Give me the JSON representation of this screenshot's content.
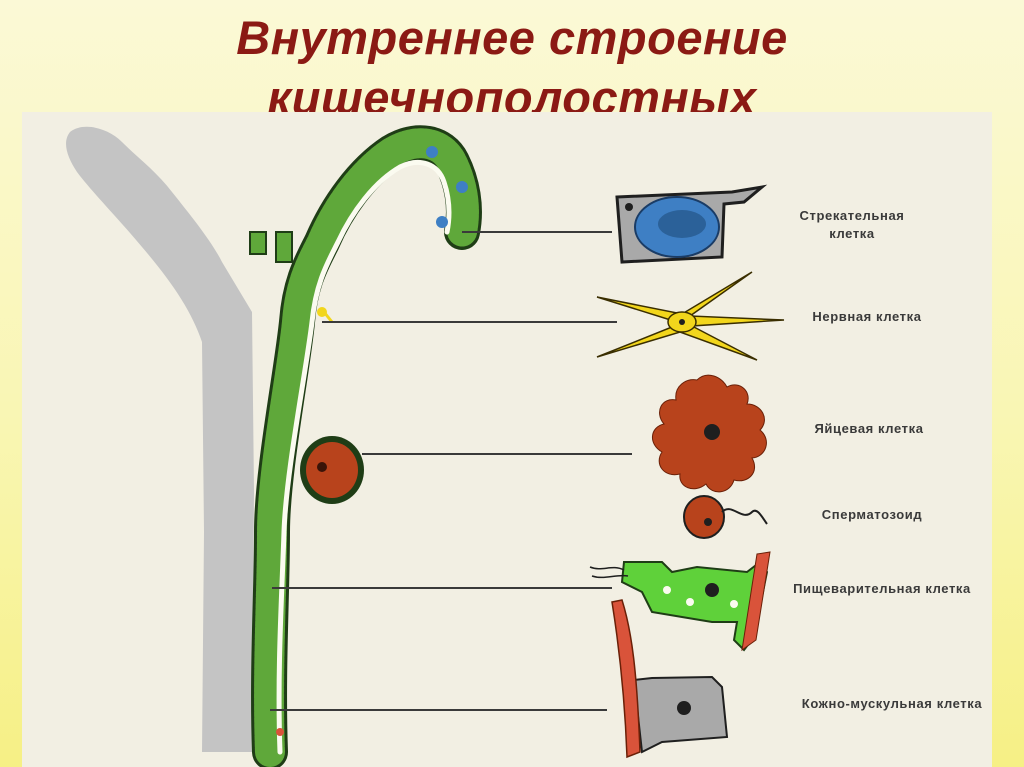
{
  "title": {
    "line1": "Внутреннее строение",
    "line2": "кишечнополостных"
  },
  "labels": {
    "stinging_cell": "Стрекательная клетка",
    "nerve_cell": "Нервная клетка",
    "egg_cell": "Яйцевая клетка",
    "sperm": "Сперматозоид",
    "digestive_cell": "Пищеварительная клетка",
    "skin_muscle_cell": "Кожно-мускульная клетка"
  },
  "colors": {
    "title": "#8b1a14",
    "ectoderm_green": "#5fa83a",
    "body_grey": "#c4c4c4",
    "egg_brown": "#b8431c",
    "stinging_blue": "#3e7fc4",
    "nerve_yellow": "#f2d61c",
    "digestive_green": "#5fd13a",
    "muscle_red": "#d9533a"
  }
}
